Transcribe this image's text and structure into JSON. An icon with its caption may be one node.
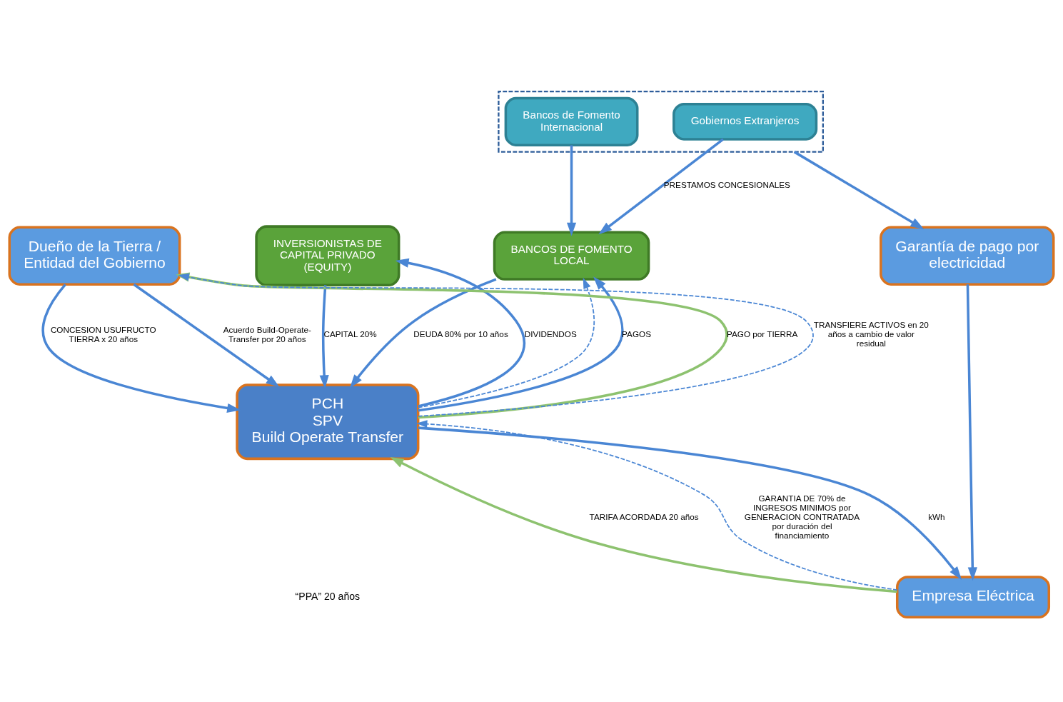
{
  "diagram": {
    "nodes": [
      {
        "text": [
          "INVERSIONISTAS DE CAPITAL PRIVADO (EQUITY)"
        ]
      },
      {
        "text": [
          "BANCOS DE FOMENTO LOCAL"
        ]
      },
      {
        "text": [],
        "shape": "box"
      },
      {
        "text": [
          "Gobiernos Extranjeros"
        ],
        "in": 2
      },
      {
        "text": [
          "Bancos de Fomento Internacional"
        ],
        "in": 2
      },
      {
        "text": [
          "Dueño de la Tierra / Entidad del Gobierno"
        ]
      },
      {
        "text": [
          "PCH",
          "SPV",
          "Build Operate Transfer"
        ]
      },
      {
        "text": [
          "Empresa Eléctrica"
        ]
      },
      {
        "text": [
          "Garantía de pago por electricidad"
        ]
      }
    ],
    "edges": [
      {
        "from": 3,
        "to": 1,
        "arrow": "to",
        "label": "PRESTAMOS CONCESIONALES"
      },
      {
        "from": 4,
        "to": 1,
        "arrow": "to"
      },
      {
        "from": 6,
        "to": 0,
        "arrow": "to",
        "label": "DIVIDENDOS"
      },
      {
        "from": 0,
        "to": 6,
        "arrow": "to",
        "label": "CAPITAL 20%"
      },
      {
        "from": 6,
        "to": 1,
        "arrow": "to",
        "style": "dashed"
      },
      {
        "from": 1,
        "to": 6,
        "arrow": "to",
        "label": "DEUDA 80% por 10 años"
      },
      {
        "from": 6,
        "to": 1,
        "arrow": "to",
        "label": "PAGOS"
      },
      {
        "from": 5,
        "to": 6,
        "arrow": "to",
        "label": "CONCESION USUFRUCTO TIERRA x 20 años"
      },
      {
        "from": 6,
        "to": 5,
        "arrow": "to",
        "label": "PAGO por TIERRA",
        "color": "#8dc26f"
      },
      {
        "from": 5,
        "to": 6,
        "arrow": "to",
        "label": "Acuerdo Build-Operate-Transfer por 20 años"
      },
      {
        "from": 6,
        "to": 5,
        "arrow": "to",
        "style": "dashed",
        "label": "TRANSFIERE ACTIVOS en 20 años a cambio de valor residual"
      },
      {
        "from": 6,
        "to": 7,
        "arrow": "to",
        "label": "kWh"
      },
      {
        "from": 7,
        "to": 6,
        "arrow": "to",
        "label": "TARIFA ACORDADA 20 años",
        "color": "#8dc26f"
      },
      {
        "from": 7,
        "to": 6,
        "arrow": "to",
        "style": "dashed",
        "label": "GARANTIA DE 70% de INGRESOS MINIMOS por GENERACION CONTRATADA por duración del financiamiento"
      },
      {
        "from": 2,
        "to": 8,
        "arrow": "to"
      },
      {
        "from": 8,
        "to": 7,
        "arrow": "to"
      }
    ],
    "labels": [
      "“PPA” 20 años"
    ]
  }
}
